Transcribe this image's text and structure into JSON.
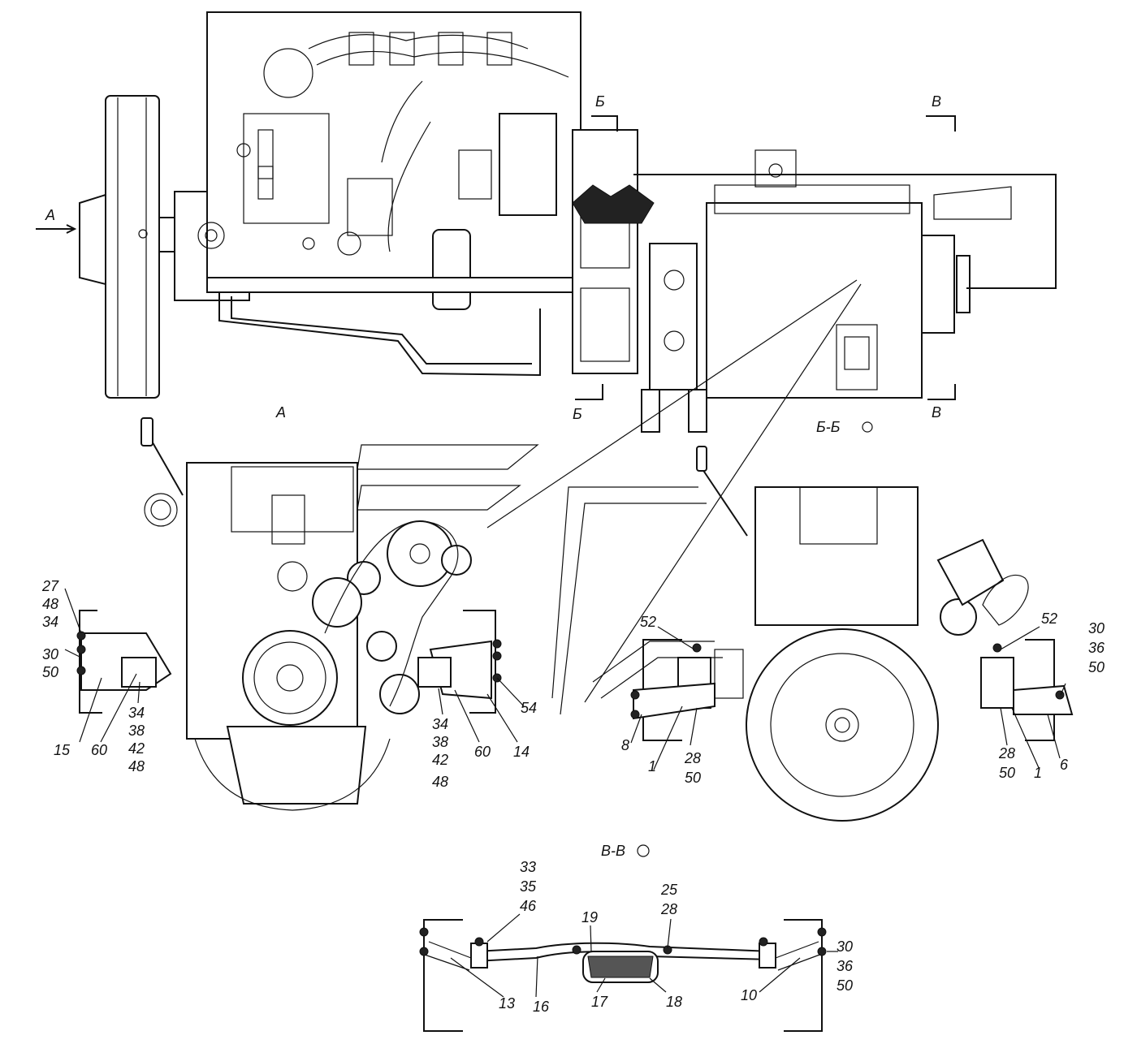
{
  "view_labels": {
    "view_a_arrow": "А",
    "view_a_caption": "А",
    "section_b_top": "Б",
    "section_b_bottom": "Б",
    "section_b_caption": "Б-Б",
    "section_v_top": "В",
    "section_v_bottom": "В",
    "section_v_caption": "В-В"
  },
  "callouts_front_view": {
    "left_stack_top": [
      "27",
      "48",
      "34"
    ],
    "left_stack_mid": [
      "30",
      "50"
    ],
    "left_15": "15",
    "left_60": "60",
    "left_stack_bottom": [
      "34",
      "38",
      "42",
      "48"
    ],
    "right_stack_bottom": [
      "34",
      "38",
      "42",
      "48"
    ],
    "right_60": "60",
    "right_14": "14",
    "right_54": "54"
  },
  "callouts_section_b": {
    "left_52": "52",
    "right_52": "52",
    "right_stack": [
      "30",
      "36",
      "50"
    ],
    "left_8": "8",
    "left_1": "1",
    "left_stack": [
      "28",
      "50"
    ],
    "right_stack_low": [
      "28",
      "50"
    ],
    "right_1": "1",
    "right_6": "6"
  },
  "callouts_section_v": {
    "left_stack": [
      "33",
      "35",
      "46"
    ],
    "mid_stack": [
      "25",
      "28"
    ],
    "label_19": "19",
    "right_stack": [
      "30",
      "36",
      "50"
    ],
    "label_13": "13",
    "label_16": "16",
    "label_17": "17",
    "label_18": "18",
    "label_10": "10"
  }
}
